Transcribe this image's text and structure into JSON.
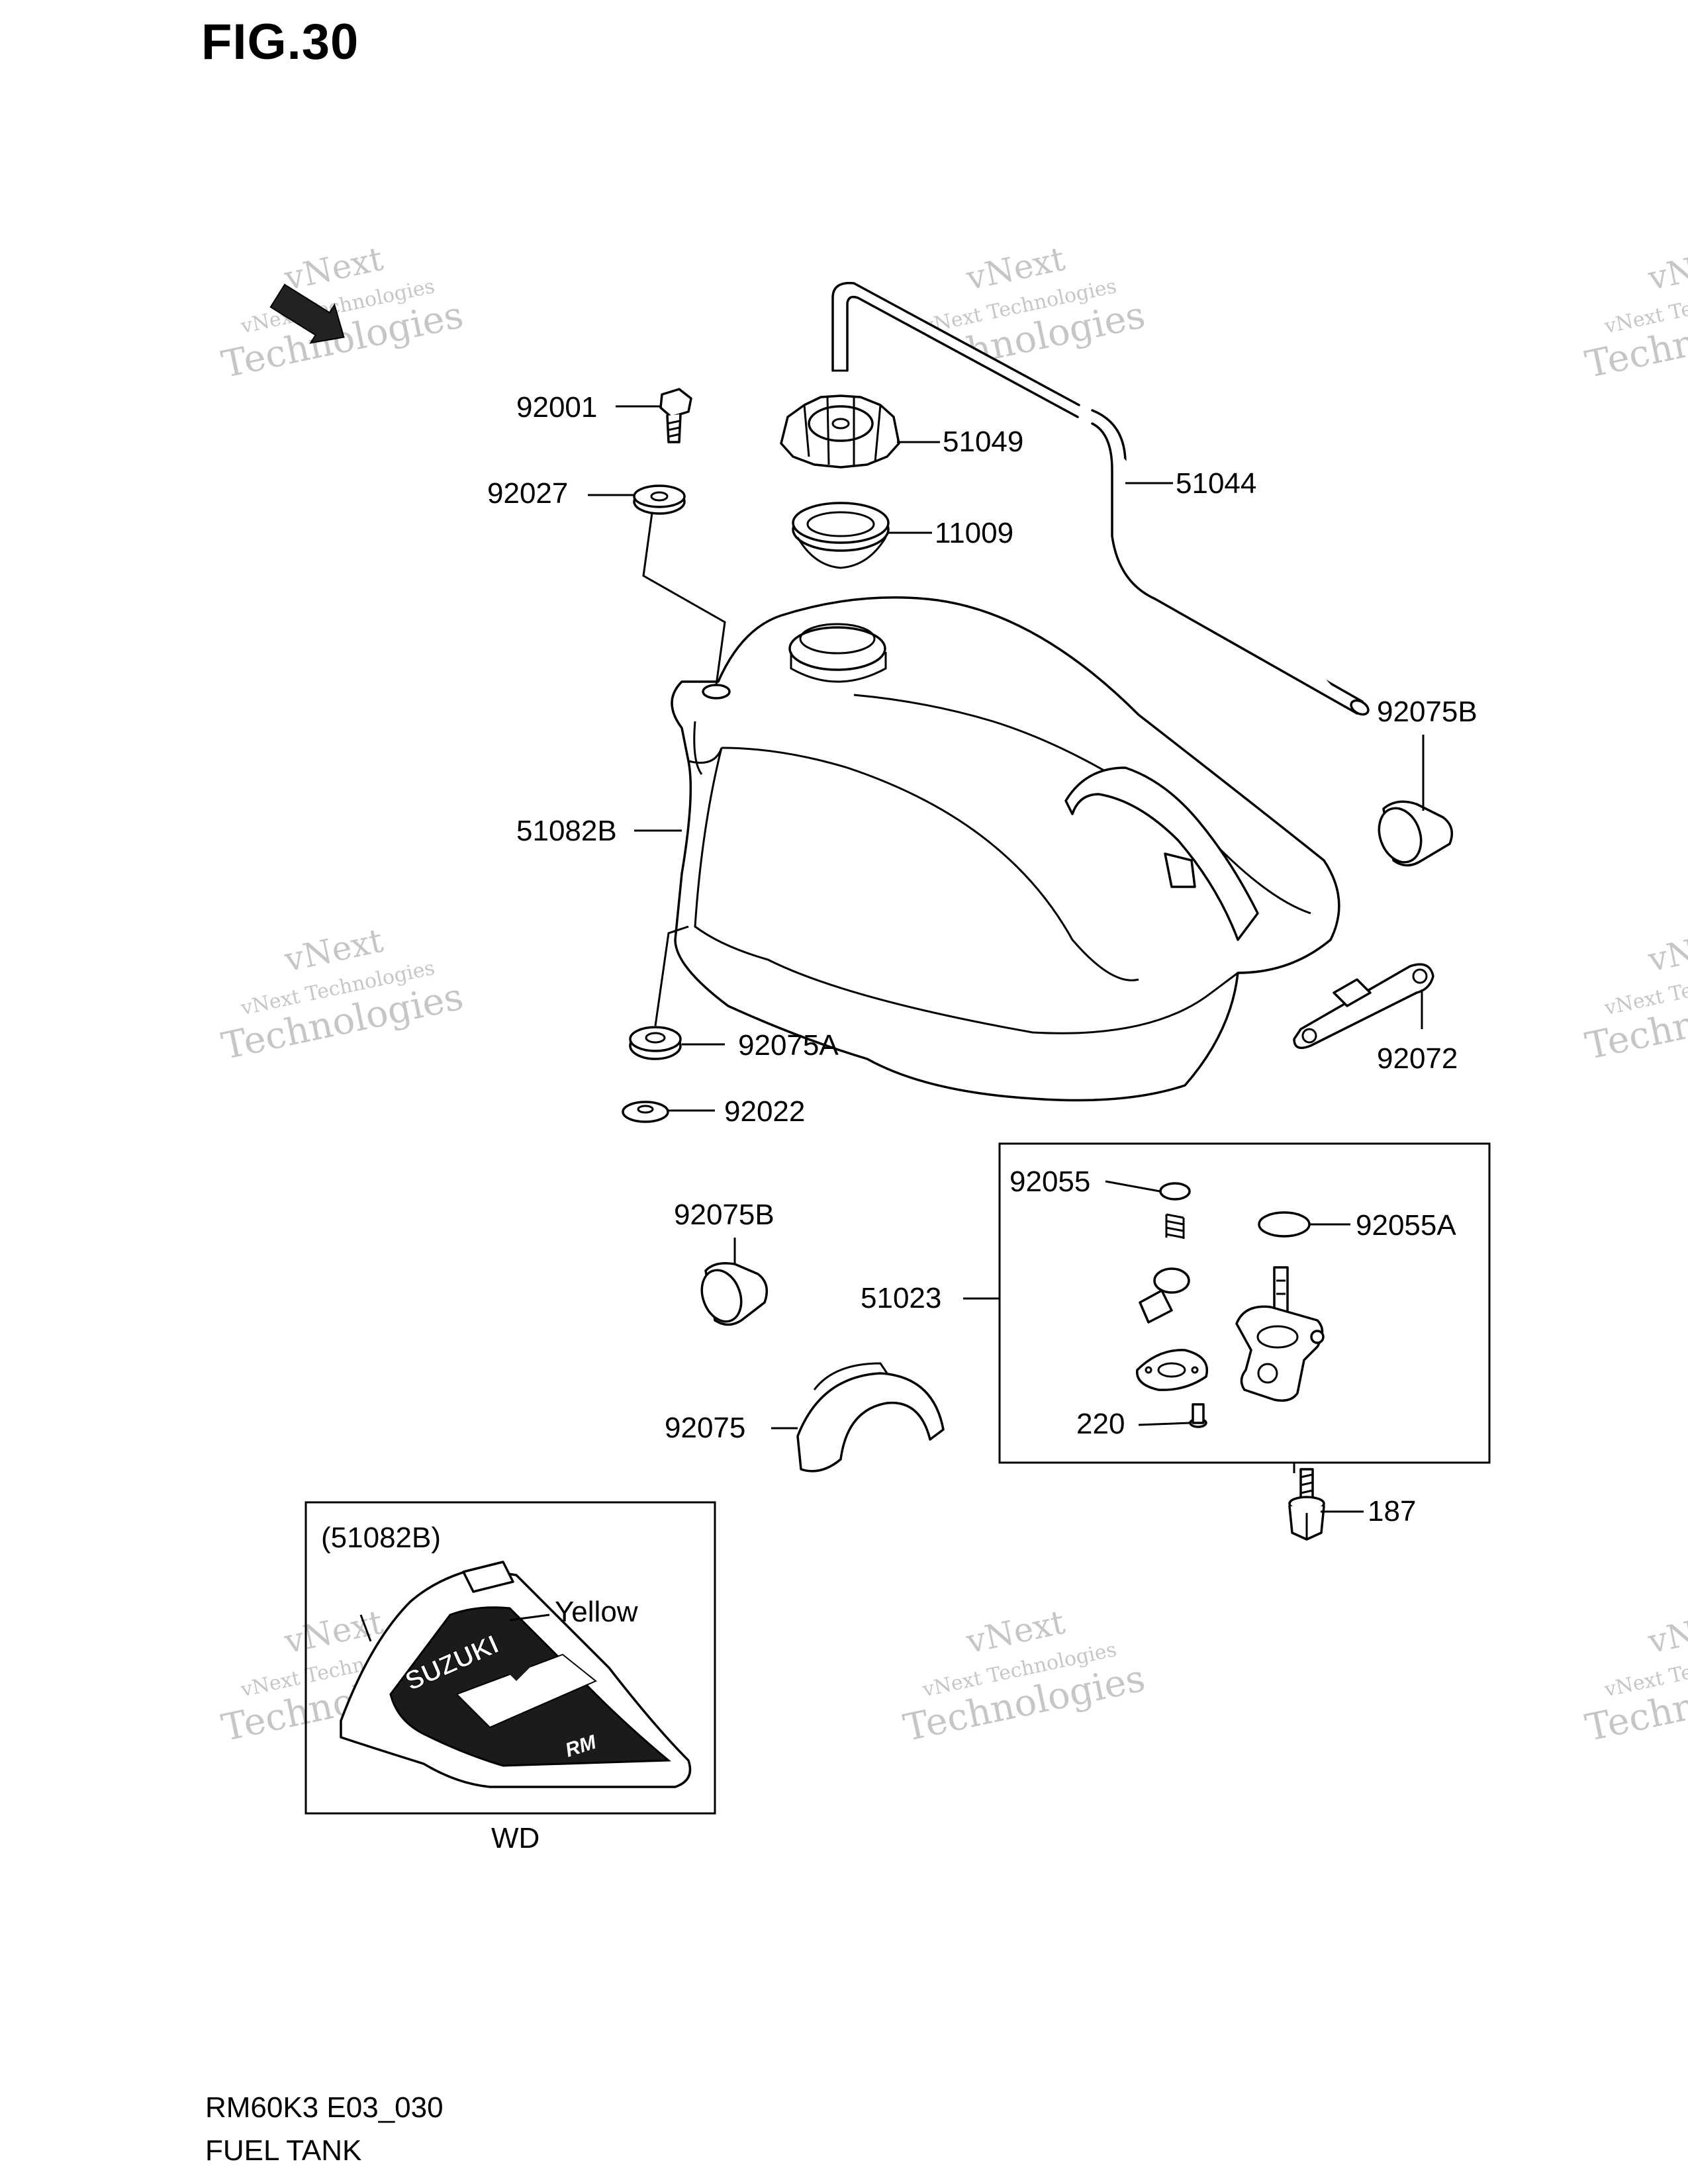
{
  "header": {
    "figure_label": "FIG.30"
  },
  "callouts": {
    "p92001": "92001",
    "p92027": "92027",
    "p51049": "51049",
    "p11009": "11009",
    "p51044": "51044",
    "p92075B_top": "92075B",
    "p51082B": "51082B",
    "p92075A": "92075A",
    "p92022": "92022",
    "p92072": "92072",
    "p92055": "92055",
    "p92055A": "92055A",
    "p92075B_mid": "92075B",
    "p51023": "51023",
    "p92075": "92075",
    "p220": "220",
    "p187": "187"
  },
  "inset": {
    "ref_label": "(51082B)",
    "color_label": "Yellow",
    "caption": "WD",
    "decal_brand": "SUZUKI",
    "decal_model": "RM"
  },
  "watermark": {
    "line1": "vNext",
    "line2": "vNext Technologies",
    "line3": "Technologies"
  },
  "footer": {
    "code": "RM60K3 E03_030",
    "name": "FUEL TANK"
  }
}
